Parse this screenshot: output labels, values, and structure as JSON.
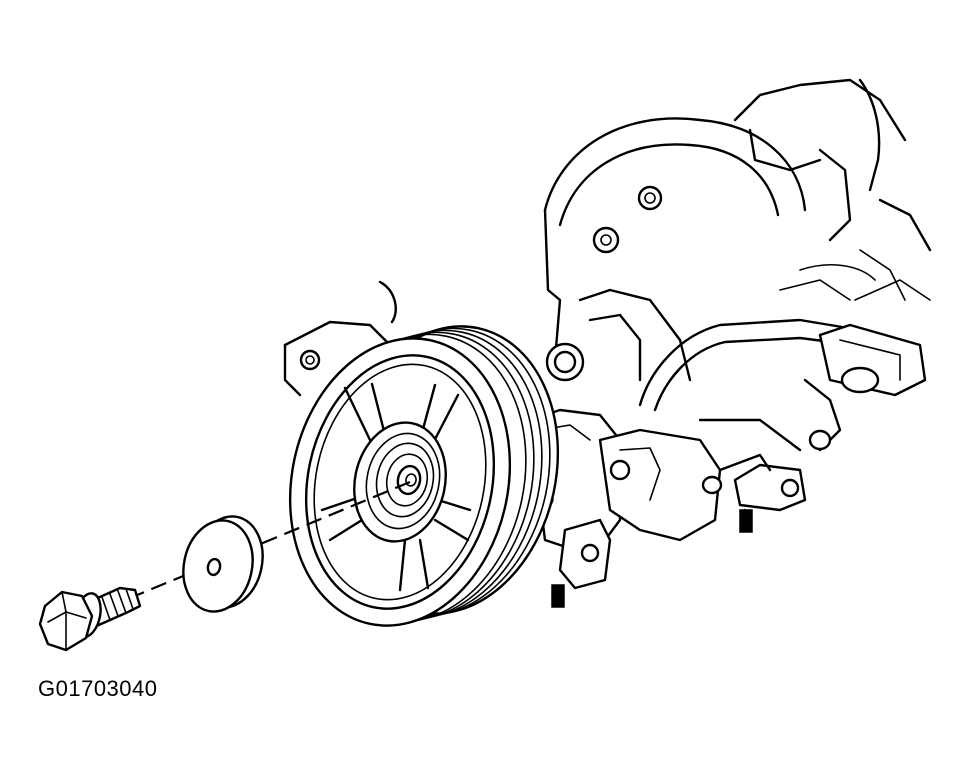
{
  "figure": {
    "id_label": "G01703040"
  },
  "parts": [
    {
      "name": "bolt"
    },
    {
      "name": "washer"
    },
    {
      "name": "pulley"
    },
    {
      "name": "compressor-bracket"
    },
    {
      "name": "engine-block"
    }
  ],
  "colors": {
    "ink": "#000000",
    "paper": "#ffffff"
  }
}
